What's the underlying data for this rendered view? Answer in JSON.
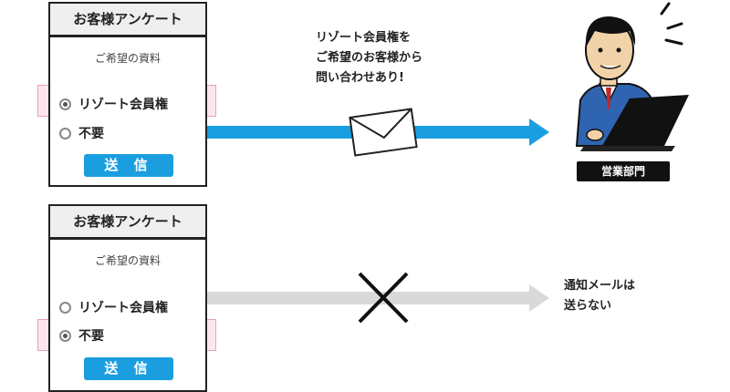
{
  "colors": {
    "send_arrow": "#1a9ee0",
    "blocked_arrow": "#d9d9d9",
    "highlight_fill": "#fadbe8",
    "highlight_border": "#e8a0bd",
    "button": "#1a9ee0"
  },
  "form_top": {
    "title": "お客様アンケート",
    "subtitle": "ご希望の資料",
    "options": [
      "リゾート会員権",
      "不要"
    ],
    "selected": "リゾート会員権",
    "submit_label": "送 信"
  },
  "form_bottom": {
    "title": "お客様アンケート",
    "subtitle": "ご希望の資料",
    "options": [
      "リゾート会員権",
      "不要"
    ],
    "selected": "不要",
    "submit_label": "送 信"
  },
  "flow_top": {
    "message_lines": [
      "リゾート会員権を",
      "ご希望のお客様から",
      "問い合わせあり!"
    ],
    "icon": "envelope-icon",
    "recipient_icon": "office-worker-laptop",
    "recipient_label": "営業部門"
  },
  "flow_bottom": {
    "icon": "cross-mark-icon",
    "result_lines": [
      "通知メールは",
      "送らない"
    ]
  }
}
